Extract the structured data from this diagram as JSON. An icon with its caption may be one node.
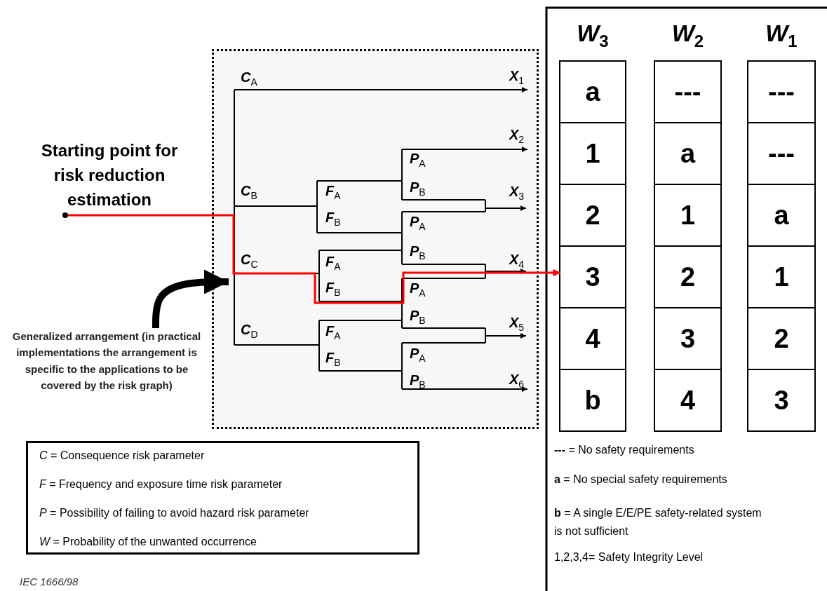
{
  "diagram": {
    "nodes": [
      {
        "text": [],
        "shape": "circle"
      },
      {
        "text": [
          "Generalized arrangement (in practical implementations the arrangement is specific to the applications to be covered by the risk graph)"
        ]
      },
      {
        "text": [
          "*W*$_{3}$"
        ]
      },
      {
        "text": [
          "a"
        ],
        "in": 2
      },
      {
        "text": [
          "1"
        ],
        "in": 2
      },
      {
        "text": [
          "2"
        ],
        "in": 2
      },
      {
        "text": [
          "3"
        ],
        "in": 2
      },
      {
        "text": [
          "4"
        ],
        "in": 2
      },
      {
        "text": [
          "b"
        ],
        "in": 2
      },
      {
        "text": [
          "*W*$_{2}$"
        ]
      },
      {
        "text": [
          "---"
        ],
        "in": 9
      },
      {
        "text": [
          "a"
        ],
        "in": 9
      },
      {
        "text": [
          "1"
        ],
        "in": 9
      },
      {
        "text": [
          "2"
        ],
        "in": 9
      },
      {
        "text": [
          "3"
        ],
        "in": 9
      },
      {
        "text": [
          "4"
        ],
        "in": 9
      },
      {
        "text": [
          "*W*$_{1}$"
        ]
      },
      {
        "text": [
          "---"
        ],
        "in": 16
      },
      {
        "text": [
          "---"
        ],
        "in": 16
      },
      {
        "text": [
          "a"
        ],
        "in": 16
      },
      {
        "text": [
          "1"
        ],
        "in": 16
      },
      {
        "text": [
          "2"
        ],
        "in": 16
      },
      {
        "text": [
          "3"
        ],
        "in": 16
      },
      {
        "text": [
          "*C* = Consequence risk parameter",
          "*F* = Frequency and exposure time risk parameter",
          "*P* = Possibility of failing to avoid hazard risk parameter",
          "*W* = Probability of the unwanted occurrence"
        ]
      }
    ],
    "edges": [
      {
        "from": 0,
        "to": 6,
        "arrow": "to",
        "color": "#ff0000"
      },
      {
        "from": 1,
        "to": null,
        "arrow": "to",
        "style": "thick",
        "color": "#000000"
      }
    ],
    "labels": [
      "*C*$_{A}$",
      "*X*$_{1}$",
      "*X*$_{2}$",
      "Starting point for risk reduction estimation",
      "*P*$_{A}$",
      "*C*$_{B}$",
      "*F*$_{A}$",
      "*P*$_{B}$",
      "*X*$_{3}$",
      "*F*$_{B}$",
      "*P*$_{A}$",
      "*P*$_{B}$",
      "*C*$_{C}$",
      "*F*$_{A}$",
      "*X*$_{4}$",
      "*F*$_{B}$",
      "*P*$_{A}$",
      "*P*$_{B}$",
      "*C*$_{D}$",
      "*F*$_{A}$",
      "*X*$_{5}$",
      "*F*$_{B}$",
      "*P*$_{A}$",
      "*P*$_{B}$",
      "*X*$_{6}$",
      "**---** = No safety requirements",
      "**a** = No special safety requirements",
      "**b** = A single E/E/PE safety-related system is not sufficient",
      "1,2,3,4= Safety Integrity Level",
      "IEC 1666/98"
    ]
  }
}
